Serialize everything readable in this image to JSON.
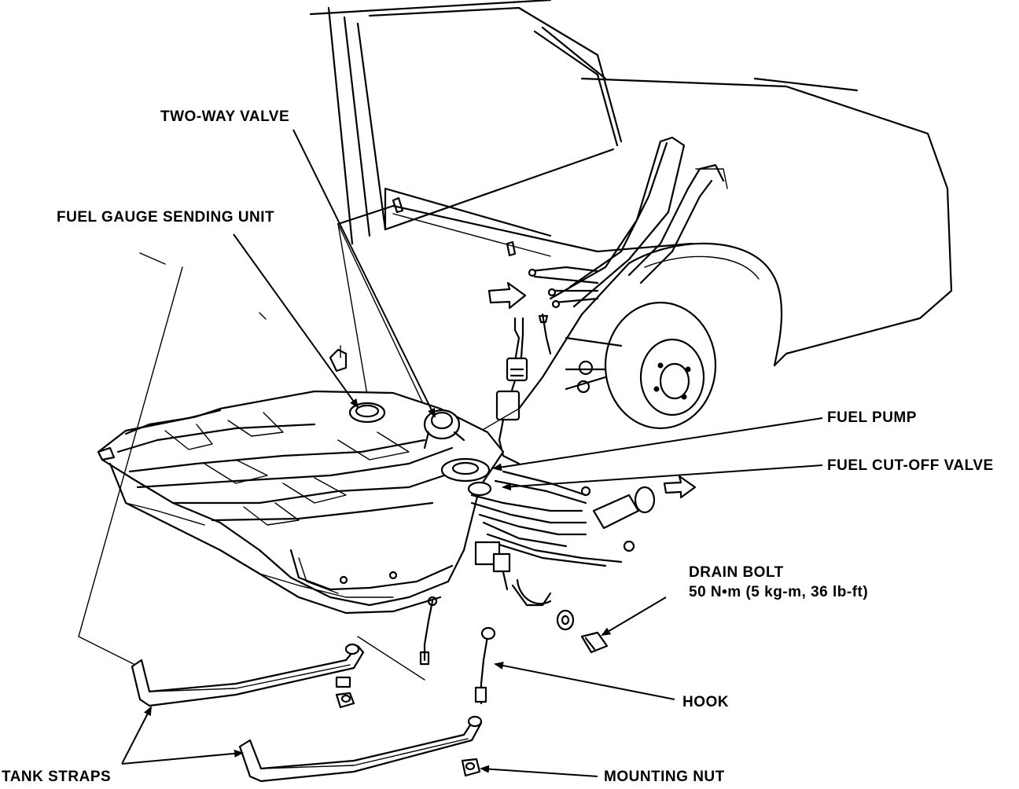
{
  "labels": {
    "two_way_valve": "TWO-WAY VALVE",
    "fuel_gauge_sending_unit": "FUEL GAUGE SENDING UNIT",
    "fuel_pump": "FUEL PUMP",
    "fuel_cut_off_valve": "FUEL CUT-OFF VALVE",
    "drain_bolt": "DRAIN BOLT",
    "drain_bolt_torque": "50 N•m (5 kg-m, 36 lb-ft)",
    "hook": "HOOK",
    "tank_straps": "TANK STRAPS",
    "mounting_nut": "MOUNTING NUT"
  },
  "colors": {
    "ink": "#000000",
    "paper": "#ffffff"
  }
}
